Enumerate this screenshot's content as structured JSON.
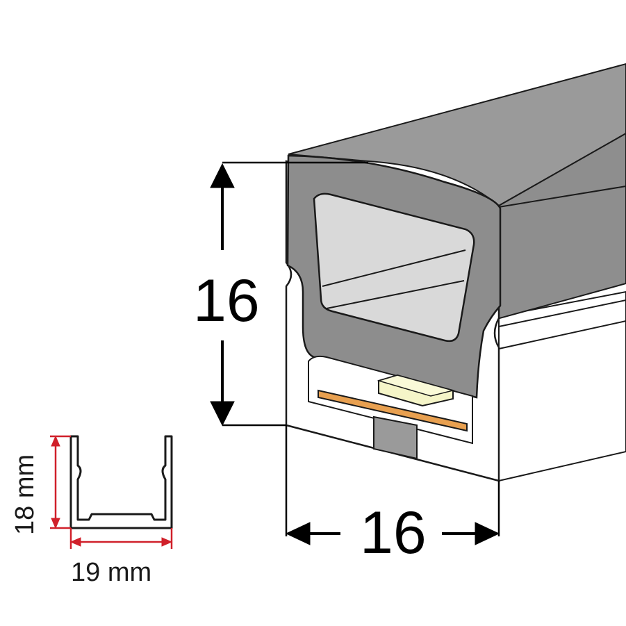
{
  "main_profile": {
    "height_label": "16",
    "width_label": "16"
  },
  "channel_profile": {
    "height_label": "18 mm",
    "width_label": "19 mm"
  },
  "colors": {
    "silicone_top": "#9a9a9a",
    "silicone_face": "#8d8d8d",
    "inner_cavity": "#d9d9d9",
    "housing_white": "#ffffff",
    "pcb_orange": "#e8a050",
    "led_chip": "#f5f5c8",
    "dimension_red": "#d0202a",
    "outline": "#1a1a1a"
  }
}
